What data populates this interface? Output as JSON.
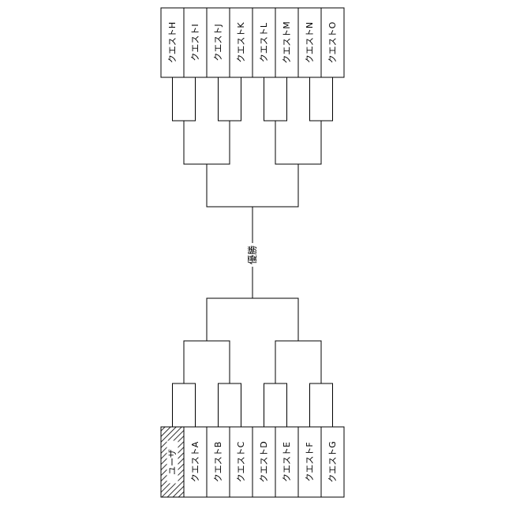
{
  "bracket": {
    "top_entrants": [
      "クエストH",
      "クエストI",
      "クエストJ",
      "クエストK",
      "クエストL",
      "クエストM",
      "クエストN",
      "クエストO"
    ],
    "bottom_entrants": [
      "ユーザ",
      "クエストA",
      "クエストB",
      "クエストC",
      "クエストD",
      "クエストE",
      "クエストF",
      "クエストG"
    ],
    "winner_label": "優勝",
    "highlighted_entrant": "ユーザ"
  }
}
